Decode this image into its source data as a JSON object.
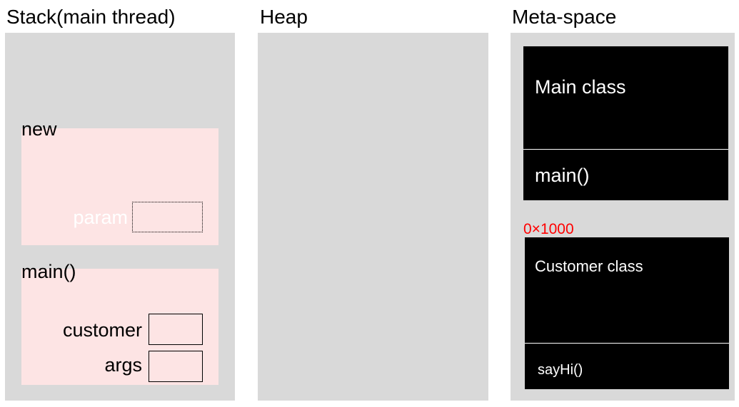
{
  "columns": {
    "stack_title": "Stack(main thread)",
    "heap_title": "Heap",
    "metaspace_title": "Meta-space"
  },
  "stack": {
    "frames": [
      {
        "label": "new",
        "variables": [
          {
            "name": "param",
            "style": "dotted",
            "faded": true
          }
        ]
      },
      {
        "label": "main()",
        "variables": [
          {
            "name": "customer"
          },
          {
            "name": "args"
          }
        ]
      }
    ]
  },
  "metaspace": {
    "classes": [
      {
        "name": "Main class",
        "method": "main()",
        "address": ""
      },
      {
        "name": "Customer class",
        "method": "sayHi()",
        "address": "0×1000"
      }
    ]
  },
  "colors": {
    "panel": "#d9d9d9",
    "frame": "#fde4e4",
    "class_box": "#000000",
    "address": "#ff0000",
    "faded_label": "#ffffff"
  }
}
